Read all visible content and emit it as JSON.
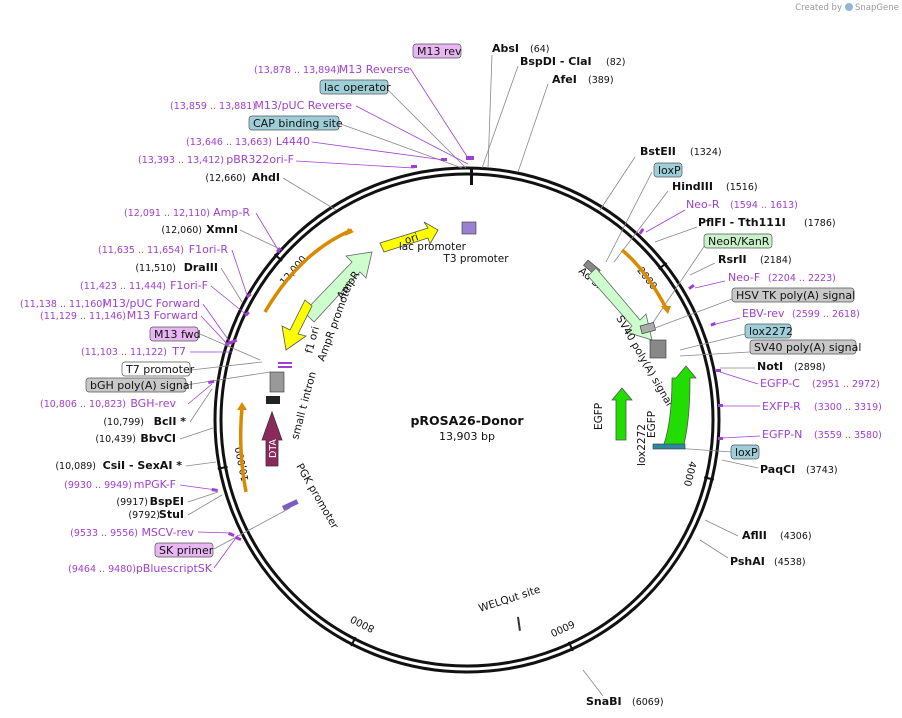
{
  "header": {
    "watermark_prefix": "Created by",
    "watermark_brand": "SnapGene"
  },
  "plasmid": {
    "name": "pROSA26-Donor",
    "size_text": "13,903 bp",
    "total_bp": 13903
  },
  "colors": {
    "ring": "#111111",
    "primer": "#a040d0",
    "arrow_yellow": "#ffff00",
    "arrow_lightgreen": "#ccffcc",
    "arrow_green": "#22dd00",
    "arrow_orange_outline": "#d98a00",
    "dta": "#8b2a5a",
    "box_primer": "#e8b6f2",
    "box_blue": "#9ecfd9",
    "box_gray": "#c8c8c8",
    "box_green": "#c9f2c9",
    "box_white": "#ffffff"
  },
  "ticks": [
    {
      "bp": 2000,
      "label": "2000"
    },
    {
      "bp": 4000,
      "label": "4000"
    },
    {
      "bp": 6000,
      "label": "6000"
    },
    {
      "bp": 8000,
      "label": "8000"
    },
    {
      "bp": 10000,
      "label": "10,000"
    },
    {
      "bp": 12000,
      "label": "12,000"
    }
  ],
  "right_annotations": [
    {
      "kind": "enzyme",
      "name": "AbsI",
      "pos": "(64)"
    },
    {
      "kind": "enzyme",
      "name": "BspDI  - ClaI",
      "pos": "(82)"
    },
    {
      "kind": "enzyme",
      "name": "AfeI",
      "pos": "(389)"
    },
    {
      "kind": "enzyme",
      "name": "BstEII",
      "pos": "(1324)"
    },
    {
      "kind": "box",
      "name": "loxP",
      "style": "blue"
    },
    {
      "kind": "enzyme",
      "name": "HindIII",
      "pos": "(1516)"
    },
    {
      "kind": "primer",
      "name": "Neo-R",
      "coord": "(1594 .. 1613)"
    },
    {
      "kind": "enzyme",
      "name": "PflFI  - Tth111I",
      "pos": "(1786)"
    },
    {
      "kind": "box",
      "name": "NeoR/KanR",
      "style": "green"
    },
    {
      "kind": "enzyme",
      "name": "RsrII",
      "pos": "(2184)"
    },
    {
      "kind": "primer",
      "name": "Neo-F",
      "coord": "(2204 .. 2223)"
    },
    {
      "kind": "box",
      "name": "HSV TK poly(A) signal",
      "style": "gray"
    },
    {
      "kind": "primer",
      "name": "EBV-rev",
      "coord": "(2599 .. 2618)"
    },
    {
      "kind": "box",
      "name": "lox2272",
      "style": "blue"
    },
    {
      "kind": "box",
      "name": "SV40 poly(A) signal",
      "style": "gray"
    },
    {
      "kind": "enzyme",
      "name": "NotI",
      "pos": "(2898)"
    },
    {
      "kind": "primer",
      "name": "EGFP-C",
      "coord": "(2951 .. 2972)"
    },
    {
      "kind": "primer",
      "name": "EXFP-R",
      "coord": "(3300 .. 3319)"
    },
    {
      "kind": "primer",
      "name": "EGFP-N",
      "coord": "(3559 .. 3580)"
    },
    {
      "kind": "box",
      "name": "loxP",
      "style": "blue"
    },
    {
      "kind": "enzyme",
      "name": "PaqCI",
      "pos": "(3743)"
    },
    {
      "kind": "enzyme",
      "name": "AflII",
      "pos": "(4306)"
    },
    {
      "kind": "enzyme",
      "name": "PshAI",
      "pos": "(4538)"
    },
    {
      "kind": "enzyme",
      "name": "SnaBI",
      "pos": "(6069)"
    }
  ],
  "left_annotations": [
    {
      "kind": "box",
      "name": "M13 rev",
      "style": "primer"
    },
    {
      "kind": "primer",
      "name": "M13 Reverse",
      "coord": "(13,878 .. 13,894)"
    },
    {
      "kind": "box",
      "name": "lac operator",
      "style": "blue"
    },
    {
      "kind": "primer",
      "name": "M13/pUC Reverse",
      "coord": "(13,859 .. 13,881)"
    },
    {
      "kind": "box",
      "name": "CAP binding site",
      "style": "blue"
    },
    {
      "kind": "primer",
      "name": "L4440",
      "coord": "(13,646 .. 13,663)"
    },
    {
      "kind": "primer",
      "name": "pBR322ori-F",
      "coord": "(13,393 .. 13,412)"
    },
    {
      "kind": "enzyme",
      "name": "AhdI",
      "pos": "(12,660)"
    },
    {
      "kind": "primer",
      "name": "Amp-R",
      "coord": "(12,091 .. 12,110)"
    },
    {
      "kind": "enzyme",
      "name": "XmnI",
      "pos": "(12,060)"
    },
    {
      "kind": "primer",
      "name": "F1ori-R",
      "coord": "(11,635 .. 11,654)"
    },
    {
      "kind": "enzyme",
      "name": "DraIII",
      "pos": "(11,510)"
    },
    {
      "kind": "primer",
      "name": "F1ori-F",
      "coord": "(11,423 .. 11,444)"
    },
    {
      "kind": "primer",
      "name": "M13/pUC Forward",
      "coord": "(11,138 .. 11,160)"
    },
    {
      "kind": "primer",
      "name": "M13 Forward",
      "coord": "(11,129 .. 11,146)"
    },
    {
      "kind": "box",
      "name": "M13 fwd",
      "style": "primer"
    },
    {
      "kind": "primer",
      "name": "T7",
      "coord": "(11,103 .. 11,122)"
    },
    {
      "kind": "box",
      "name": "T7 promoter",
      "style": "white"
    },
    {
      "kind": "box",
      "name": "bGH poly(A) signal",
      "style": "gray"
    },
    {
      "kind": "primer",
      "name": "BGH-rev",
      "coord": "(10,806 .. 10,823)"
    },
    {
      "kind": "enzyme",
      "name": "BclI *",
      "pos": "(10,799)"
    },
    {
      "kind": "enzyme",
      "name": "BbvCI",
      "pos": "(10,439)"
    },
    {
      "kind": "enzyme",
      "name": "CsiI  - SexAI *",
      "pos": "(10,089)"
    },
    {
      "kind": "primer",
      "name": "mPGK-F",
      "coord": "(9930 .. 9949)"
    },
    {
      "kind": "enzyme",
      "name": "BspEI",
      "pos": "(9917)"
    },
    {
      "kind": "enzyme",
      "name": "StuI",
      "pos": "(9792)"
    },
    {
      "kind": "primer",
      "name": "MSCV-rev",
      "coord": "(9533 .. 9556)"
    },
    {
      "kind": "box",
      "name": "SK primer",
      "style": "primer"
    },
    {
      "kind": "primer",
      "name": "pBluescriptSK",
      "coord": "(9464 .. 9480)"
    }
  ],
  "inner_labels": {
    "ori": "ori",
    "ampr": "AmpR",
    "ampr_promoter": "AmpR promoter",
    "f1_ori": "f1 ori",
    "lac_promoter": "lac promoter",
    "t3_promoter": "T3 promoter",
    "ad_sa": "Ad SA",
    "sv40_polya": "SV40 poly(A) signal",
    "egfp_a": "EGFP",
    "egfp_b": "EGFP",
    "lox2272": "lox2272",
    "small_t_intron": "small t intron",
    "dta": "DTA",
    "pgk_promoter": "PGK promoter",
    "welqut": "WELQut site"
  }
}
